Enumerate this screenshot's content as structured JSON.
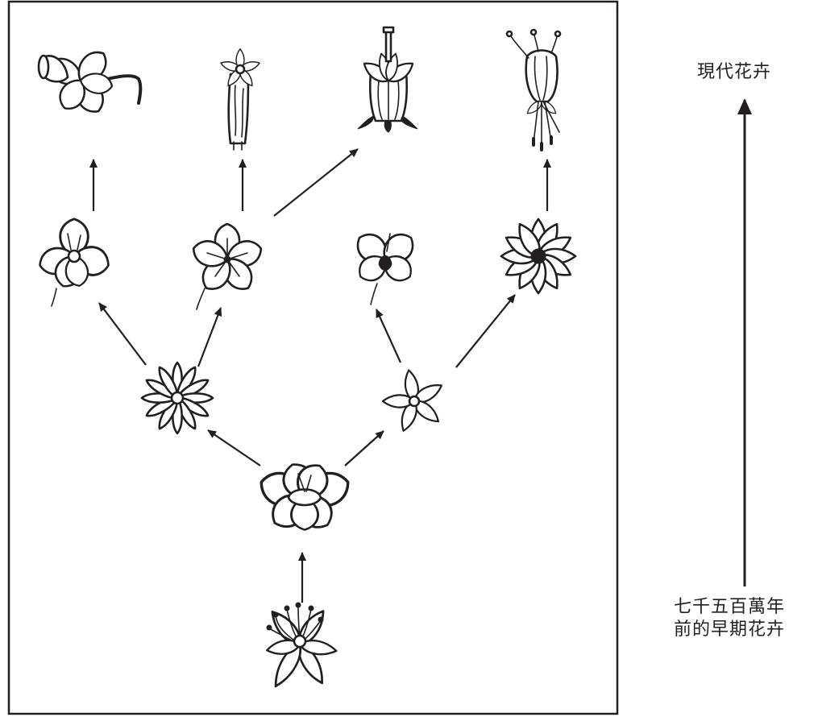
{
  "labels": {
    "modern": "現代花卉",
    "early_line1": "七千五百萬年",
    "early_line2": "前的早期花卉"
  },
  "colors": {
    "ink": "#231f20",
    "background": "#ffffff"
  },
  "icons": [
    "daffodil-flower-icon",
    "tubular-flower-icon",
    "lily-flower-icon",
    "columbine-flower-icon",
    "violet-flower-icon",
    "five-petal-flower-icon",
    "pansy-flower-icon",
    "spiky-flower-icon",
    "daisy-flower-icon",
    "star-flower-icon",
    "magnolia-flower-icon",
    "early-flower-icon"
  ]
}
